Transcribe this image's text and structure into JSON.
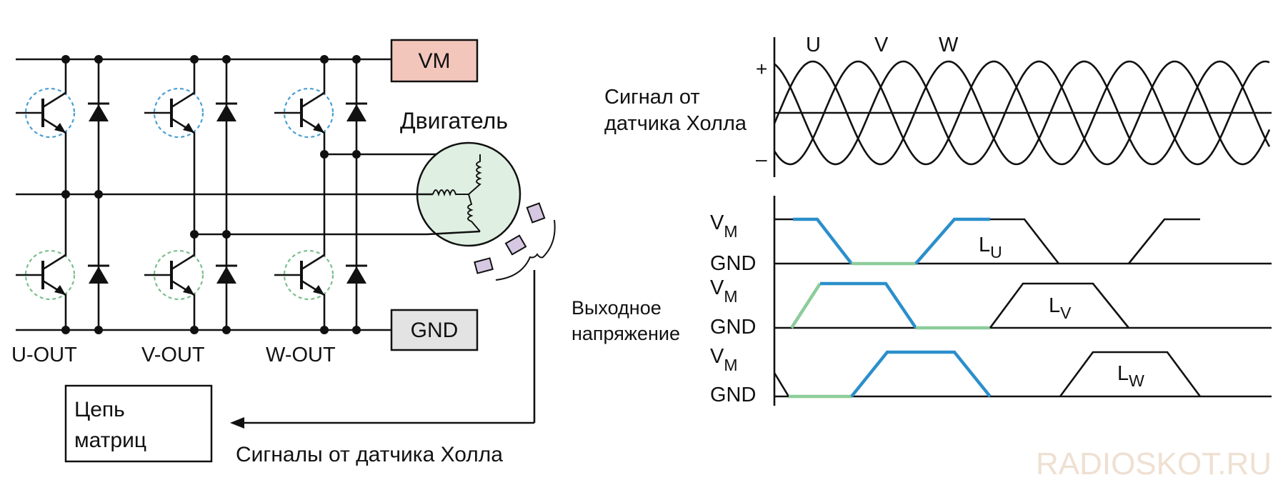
{
  "circuit": {
    "supply_label": "VM",
    "ground_label": "GND",
    "motor_label": "Двигатель",
    "outputs": [
      "U-OUT",
      "V-OUT",
      "W-OUT"
    ],
    "matrix_box": {
      "line1": "Цепь",
      "line2": "матриц"
    },
    "hall_signals_label": "Сигналы от датчика Холла"
  },
  "hall_chart": {
    "label_line1": "Сигнал от",
    "label_line2": "датчика Холла",
    "phase_labels": [
      "U",
      "V",
      "W"
    ],
    "plus_label": "+",
    "minus_label": "–"
  },
  "output_chart": {
    "label_line1": "Выходное",
    "label_line2": "напряжение",
    "rows": [
      {
        "high_label": "V",
        "high_sub": "M",
        "low_label": "GND",
        "trace_label": "L",
        "trace_sub": "U"
      },
      {
        "high_label": "V",
        "high_sub": "M",
        "low_label": "GND",
        "trace_label": "L",
        "trace_sub": "V"
      },
      {
        "high_label": "V",
        "high_sub": "M",
        "low_label": "GND",
        "trace_label": "L",
        "trace_sub": "W"
      }
    ]
  },
  "watermark": "RADIOSKOT.RU",
  "colors": {
    "supply_fill": "#f3c6bc",
    "ground_fill": "#e3e3e3",
    "motor_fill": "#dff0e3",
    "hall_sensor_fill": "#d6c8e2",
    "high_side_circle": "#4a9fd4",
    "low_side_circle": "#7cbf8c",
    "drive_blue": "#2b8fcb",
    "drive_green": "#8ccc9a",
    "watermark": "#efe0d2"
  }
}
